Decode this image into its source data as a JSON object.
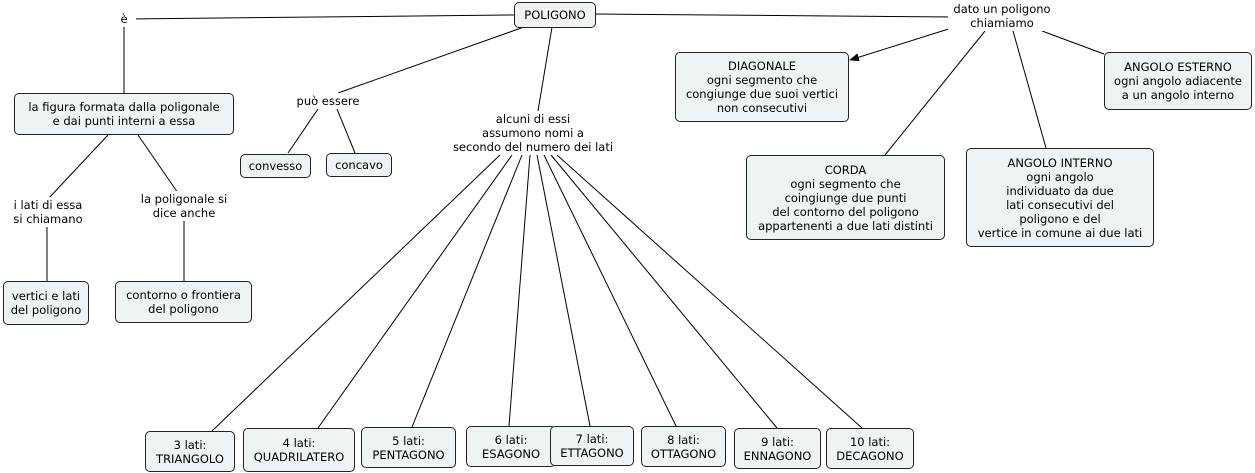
{
  "nodes": {
    "poligono": "POLIGONO",
    "figura": "la figura formata dalla poligonale\ne dai punti interni a essa",
    "convesso": "convesso",
    "concavo": "concavo",
    "vertici": "vertici e lati\ndel poligono",
    "contorno": "contorno o frontiera\ndel poligono",
    "diagonale": "DIAGONALE\nogni segmento che\ncongiunge due suoi vertici\nnon consecutivi",
    "esterno": "ANGOLO ESTERNO\nogni angolo adiacente\na un angolo interno",
    "corda": "CORDA\nogni segmento che\ncoingiunge due punti\ndel contorno del poligono\nappartenenti a due lati distinti",
    "interno": "ANGOLO INTERNO\nogni angolo\nindividuato da due\nlati consecutivi del\npoligono e del\nvertice in comune ai due lati",
    "l3": "3 lati:\nTRIANGOLO",
    "l4": "4 lati:\nQUADRILATERO",
    "l5": "5 lati:\nPENTAGONO",
    "l6": "6 lati:\nESAGONO",
    "l7": "7 lati:\nETTAGONO",
    "l8": "8 lati:\nOTTAGONO",
    "l9": "9 lati:\nENNAGONO",
    "l10": "10 lati:\nDECAGONO"
  },
  "labels": {
    "e": "è",
    "puo": "può essere",
    "alcuni": "alcuni di essi\nassumono nomi a\nsecondo del numero dei lati",
    "dato": "dato un poligono\nchiamiamo",
    "lati": "i lati di essa\nsi chiamano",
    "polig": "la poligonale si\ndice anche"
  },
  "colors": {
    "node_fill": "#eef3f5",
    "node_border": "#222222",
    "edge": "#000000"
  }
}
